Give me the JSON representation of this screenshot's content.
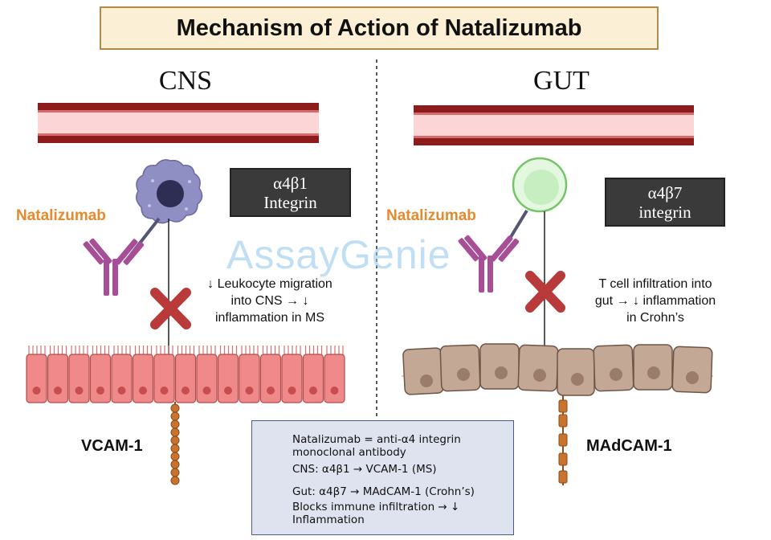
{
  "title": "Mechanism of Action of Natalizumab",
  "cns": {
    "heading": "CNS",
    "integrin_line1": "α4β1",
    "integrin_line2": "Integrin",
    "drug_label": "Natalizumab",
    "effect_lines": [
      "↓ Leukocyte migration",
      "into CNS → ↓",
      "inflammation in MS"
    ],
    "receptor_label": "VCAM-1"
  },
  "gut": {
    "heading": "GUT",
    "integrin_line1": "α4β7",
    "integrin_line2": "integrin",
    "drug_label": "Natalizumab",
    "effect_lines": [
      "T cell infiltration into",
      "gut → ↓ inflammation",
      "in Crohn’s"
    ],
    "receptor_label": "MAdCAM-1"
  },
  "watermark": "AssayGenie",
  "legend": {
    "items": [
      {
        "icon": "antibody-dot-icon",
        "lines": [
          "Natalizumab = anti-α4 integrin",
          "monoclonal antibody"
        ]
      },
      {
        "icon": "brain-icon",
        "lines": [
          "CNS: α4β1 → VCAM-1 (MS)"
        ]
      },
      {
        "icon": "intestine-icon",
        "lines": [
          "Gut: α4β7 → MAdCAM-1 (Crohn’s)"
        ]
      },
      {
        "icon": "red-x-icon",
        "lines": [
          " Blocks immune infiltration → ↓",
          "Inflammation"
        ]
      }
    ]
  },
  "colors": {
    "vessel_wall": "#8e1b1b",
    "vessel_lumen": "#fcd6d6",
    "leukocyte": "#8f8fc4",
    "t_cell": "#c7eec0",
    "antibody": "#a64e96",
    "block_x": "#b83a3a",
    "endothelium_cns": "#f08a8a",
    "epithelium_gut": "#c4a896",
    "receptor_chain": "#c8742c",
    "drug_label": "#e58a2e",
    "title_bg": "#fbefd6"
  }
}
